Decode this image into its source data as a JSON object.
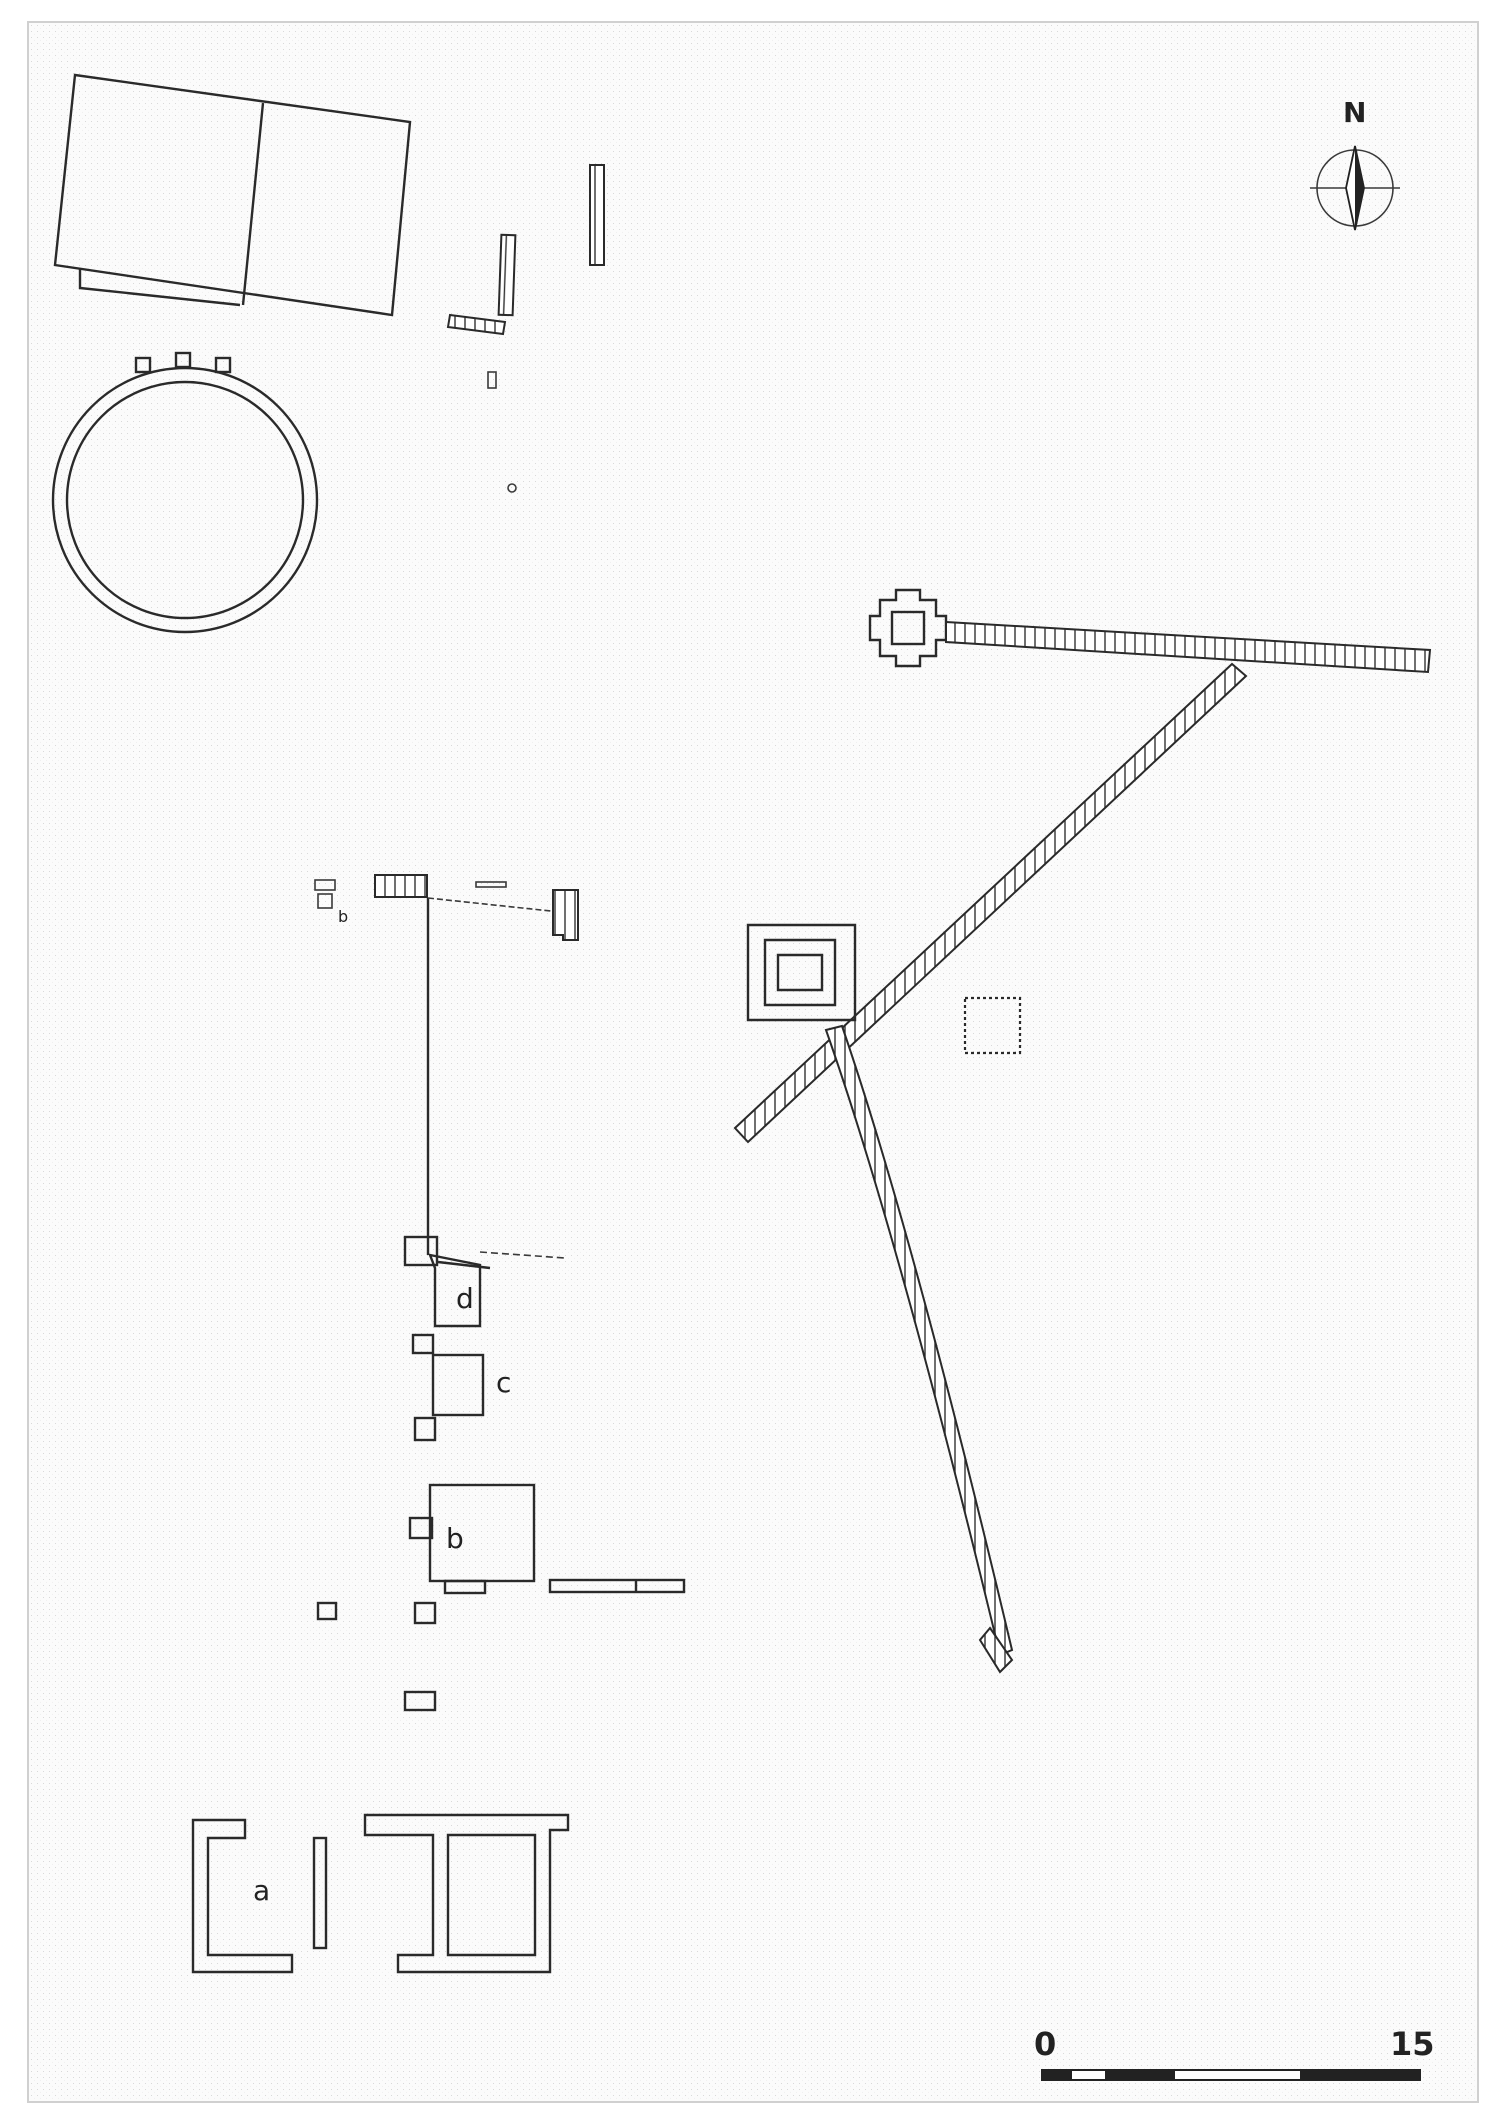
{
  "north_label": "N",
  "room_labels": {
    "a": "a",
    "b": "b",
    "c": "c",
    "d": "d",
    "small_b": "b"
  },
  "scale": {
    "start_label": "0",
    "end_label": "15"
  }
}
